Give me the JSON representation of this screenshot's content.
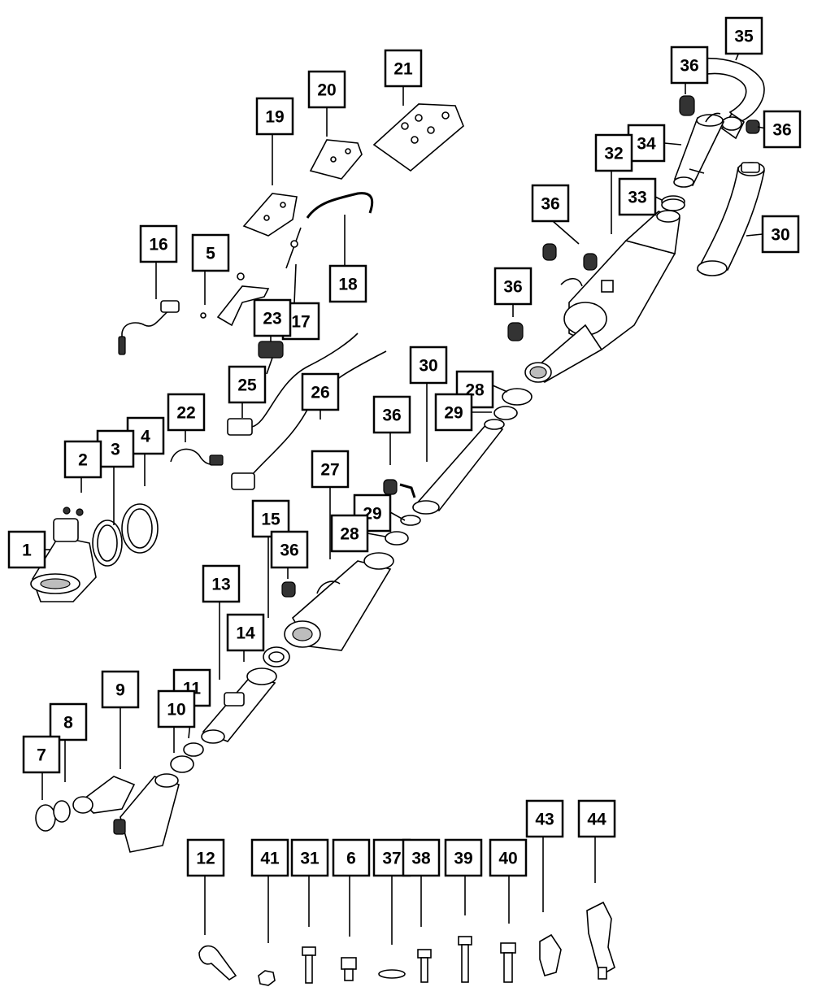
{
  "callouts": [
    {
      "id": "c35",
      "label": "35"
    },
    {
      "id": "c36a",
      "label": "36"
    },
    {
      "id": "c36b",
      "label": "36"
    },
    {
      "id": "c34",
      "label": "34"
    },
    {
      "id": "c32",
      "label": "32"
    },
    {
      "id": "c33",
      "label": "33"
    },
    {
      "id": "c36c",
      "label": "36"
    },
    {
      "id": "c30a",
      "label": "30"
    },
    {
      "id": "c21",
      "label": "21"
    },
    {
      "id": "c20",
      "label": "20"
    },
    {
      "id": "c19",
      "label": "19"
    },
    {
      "id": "c16",
      "label": "16"
    },
    {
      "id": "c5",
      "label": "5"
    },
    {
      "id": "c18",
      "label": "18"
    },
    {
      "id": "c17",
      "label": "17"
    },
    {
      "id": "c23",
      "label": "23"
    },
    {
      "id": "c36d",
      "label": "36"
    },
    {
      "id": "c25",
      "label": "25"
    },
    {
      "id": "c26",
      "label": "26"
    },
    {
      "id": "c30b",
      "label": "30"
    },
    {
      "id": "c28a",
      "label": "28"
    },
    {
      "id": "c29a",
      "label": "29"
    },
    {
      "id": "c22",
      "label": "22"
    },
    {
      "id": "c36e",
      "label": "36"
    },
    {
      "id": "c4",
      "label": "4"
    },
    {
      "id": "c3",
      "label": "3"
    },
    {
      "id": "c2",
      "label": "2"
    },
    {
      "id": "c27",
      "label": "27"
    },
    {
      "id": "c29b",
      "label": "29"
    },
    {
      "id": "c28b",
      "label": "28"
    },
    {
      "id": "c15",
      "label": "15"
    },
    {
      "id": "c36f",
      "label": "36"
    },
    {
      "id": "c1",
      "label": "1"
    },
    {
      "id": "c13",
      "label": "13"
    },
    {
      "id": "c14",
      "label": "14"
    },
    {
      "id": "c9",
      "label": "9"
    },
    {
      "id": "c11",
      "label": "11"
    },
    {
      "id": "c10",
      "label": "10"
    },
    {
      "id": "c8",
      "label": "8"
    },
    {
      "id": "c7",
      "label": "7"
    },
    {
      "id": "c12",
      "label": "12"
    },
    {
      "id": "c41",
      "label": "41"
    },
    {
      "id": "c31",
      "label": "31"
    },
    {
      "id": "c6",
      "label": "6"
    },
    {
      "id": "c37",
      "label": "37"
    },
    {
      "id": "c38",
      "label": "38"
    },
    {
      "id": "c39",
      "label": "39"
    },
    {
      "id": "c40",
      "label": "40"
    },
    {
      "id": "c43",
      "label": "43"
    },
    {
      "id": "c44",
      "label": "44"
    }
  ],
  "colors": {
    "ink": "#000000",
    "paper": "#ffffff",
    "shade": "#bdbdbd"
  }
}
